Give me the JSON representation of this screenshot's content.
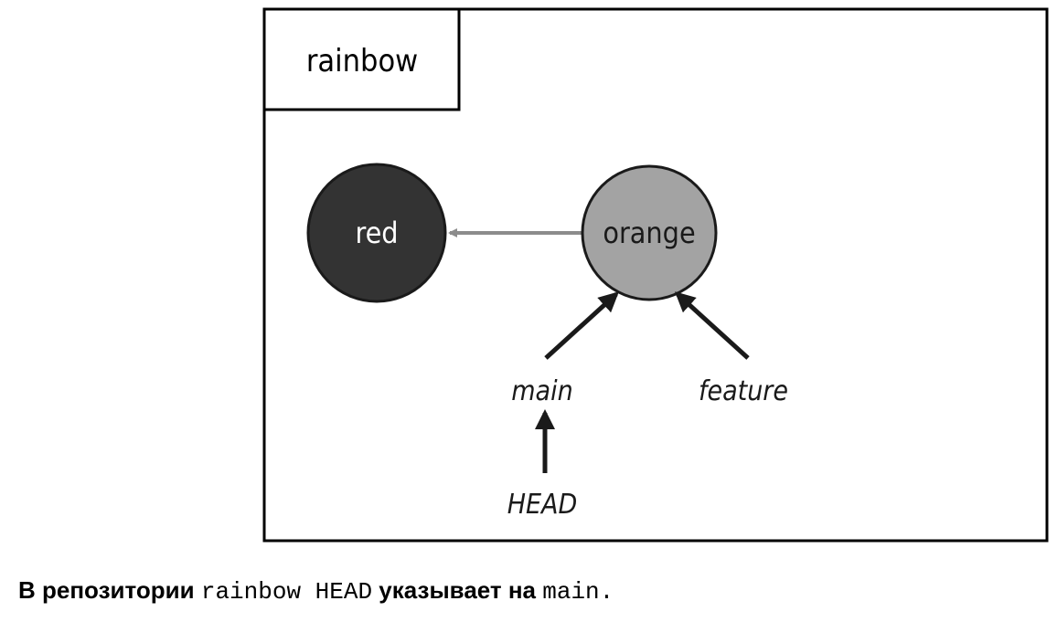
{
  "repo": {
    "name": "rainbow"
  },
  "commits": [
    {
      "id": "red",
      "label": "red",
      "fill": "#333333",
      "text_color": "#ffffff"
    },
    {
      "id": "orange",
      "label": "orange",
      "fill": "#a3a3a3",
      "text_color": "#1a1a1a"
    }
  ],
  "refs": {
    "main": "main",
    "feature": "feature",
    "head": "HEAD"
  },
  "colors": {
    "frame": "#000000",
    "parent_arrow": "#8c8c8c",
    "ref_arrow": "#1a1a1a"
  },
  "caption": {
    "part1": "В репозитории ",
    "repo_code": "rainbow",
    "part2": " HEAD",
    "part3": " указывает на ",
    "branch_code": "main",
    "part4": "."
  }
}
